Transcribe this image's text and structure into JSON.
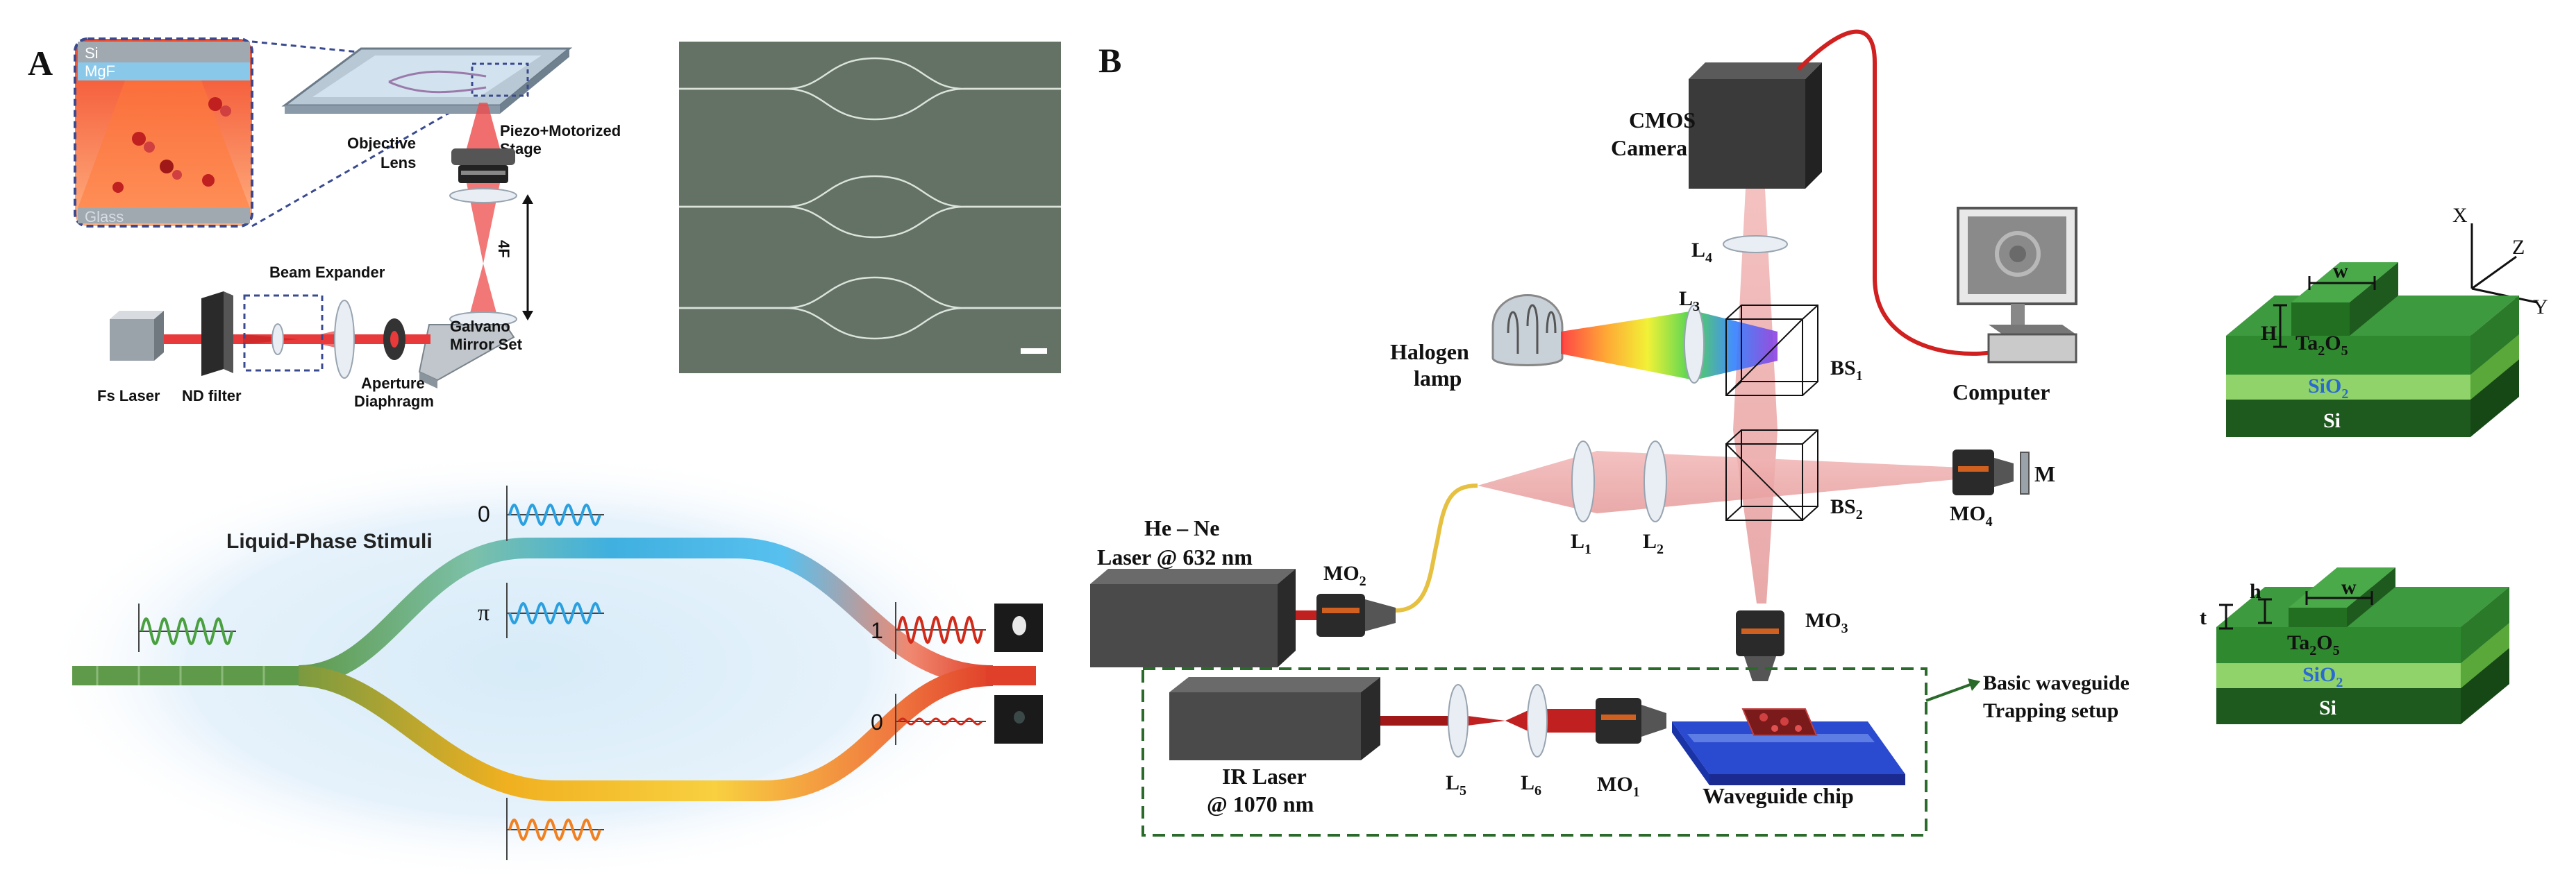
{
  "panel_a": {
    "label": "A",
    "inset": {
      "si": "Si",
      "mgf": "MgF",
      "glass": "Glass"
    },
    "setup": {
      "piezo": "Piezo+Motorized",
      "stage": "Stage",
      "objective": "Objective",
      "lens": "Lens",
      "four_f": "4F",
      "beam_expander": "Beam Expander",
      "galvano": "Galvano",
      "mirror_set": "Mirror Set",
      "fs_laser": "Fs Laser",
      "nd_filter": "ND filter",
      "aperture": "Aperture",
      "diaphragm": "Diaphragm"
    },
    "interferometer": {
      "stimuli": "Liquid-Phase Stimuli",
      "phase_0": "0",
      "phase_pi": "π",
      "out_1": "1",
      "out_0": "0"
    }
  },
  "panel_b": {
    "label": "B",
    "cmos_1": "CMOS",
    "cmos_2": "Camera",
    "computer": "Computer",
    "halogen_1": "Halogen",
    "halogen_2": "lamp",
    "he_ne_1": "He – Ne",
    "he_ne_2": "Laser @ 632 nm",
    "ir_1": "IR Laser",
    "ir_2": "@ 1070 nm",
    "waveguide_chip": "Waveguide chip",
    "basic_1": "Basic waveguide",
    "basic_2": "Trapping setup",
    "L1": "L",
    "L1s": "1",
    "L2": "L",
    "L2s": "2",
    "L3": "L",
    "L3s": "3",
    "L4": "L",
    "L4s": "4",
    "L5": "L",
    "L5s": "5",
    "L6": "L",
    "L6s": "6",
    "BS1": "BS",
    "BS1s": "1",
    "BS2": "BS",
    "BS2s": "2",
    "MO1": "MO",
    "MO1s": "1",
    "MO2": "MO",
    "MO2s": "2",
    "MO3": "MO",
    "MO3s": "3",
    "MO4": "MO",
    "MO4s": "4",
    "M": "M"
  },
  "structures": {
    "axis_x": "X",
    "axis_y": "Y",
    "axis_z": "Z",
    "top": {
      "w": "w",
      "H": "H",
      "ta2o5": "Ta",
      "ta2o5_s1": "2",
      "ta2o5_o": "O",
      "ta2o5_s2": "5",
      "sio2": "SiO",
      "sio2_s": "2",
      "si": "Si"
    },
    "bottom": {
      "w": "w",
      "h": "h",
      "t": "t",
      "ta2o5": "Ta",
      "ta2o5_s1": "2",
      "ta2o5_o": "O",
      "ta2o5_s2": "5",
      "sio2": "SiO",
      "sio2_s": "2",
      "si": "Si"
    }
  },
  "colors": {
    "green_guide": "#5f9a4a",
    "blue_arm": "#3fb0e0",
    "orange_arm": "#f0a020",
    "red_out": "#e0402a",
    "dark_green": "#2f7d2f",
    "mid_green": "#3e9a3e",
    "light_green": "#8fd36a",
    "sio2_blue": "#2a6ad0"
  }
}
